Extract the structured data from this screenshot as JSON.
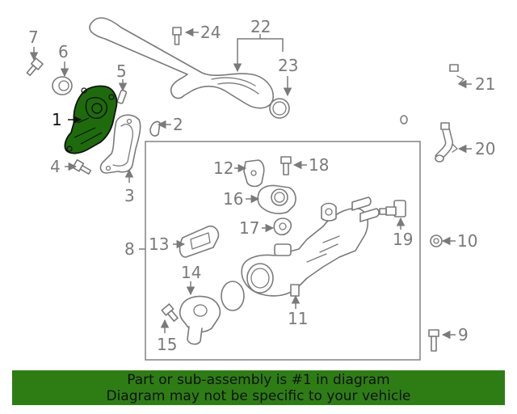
{
  "diagram": {
    "highlight_color": "#2e7d14",
    "line_color": "#7a7a7a",
    "callouts": [
      "1",
      "2",
      "3",
      "4",
      "5",
      "6",
      "7",
      "8",
      "9",
      "10",
      "11",
      "12",
      "13",
      "14",
      "15",
      "16",
      "17",
      "18",
      "19",
      "20",
      "21",
      "22",
      "23",
      "24"
    ],
    "highlighted_part": "1"
  },
  "banner": {
    "line1": "Part or sub-assembly is #1 in diagram",
    "line2": "Diagram may not be specific to your vehicle"
  }
}
